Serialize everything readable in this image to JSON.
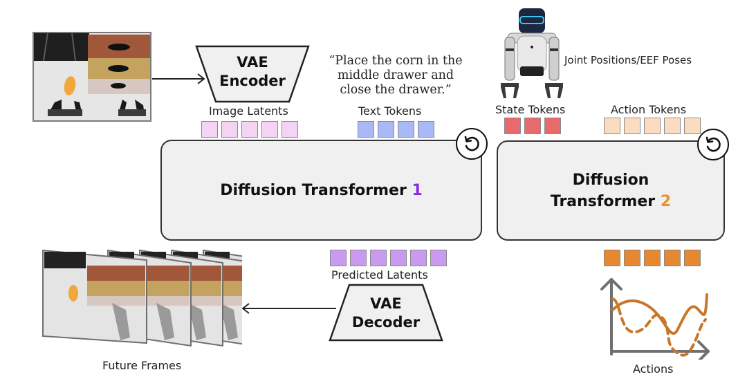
{
  "input_image": {
    "caption": ""
  },
  "vae_encoder": {
    "line1": "VAE",
    "line2": "Encoder"
  },
  "instruction": {
    "line1": "“Place the corn in the",
    "line2": "middle drawer and",
    "line3": "close the drawer.”"
  },
  "robot": {
    "label": "Joint Positions/EEF Poses"
  },
  "token_groups": {
    "image_latents": {
      "label": "Image Latents",
      "count": 5,
      "color": "#f5d3f5"
    },
    "text_tokens": {
      "label": "Text Tokens",
      "count": 4,
      "color": "#a9b9f7"
    },
    "state_tokens": {
      "label": "State Tokens",
      "count": 3,
      "color": "#e96a6a"
    },
    "action_tokens": {
      "label": "Action Tokens",
      "count": 5,
      "color": "#fbdcc0"
    },
    "predicted_latents": {
      "label": "Predicted Latents",
      "count": 6,
      "color": "#c99af0"
    },
    "output_actions": {
      "label": "",
      "count": 5,
      "color": "#e6882f"
    }
  },
  "dit1": {
    "title": "Diffusion Transformer",
    "number": "1",
    "number_color": "#8a2be2"
  },
  "dit2": {
    "title_line1": "Diffusion",
    "title_line2": "Transformer",
    "number": "2",
    "number_color": "#e8912f"
  },
  "vae_decoder": {
    "line1": "VAE",
    "line2": "Decoder"
  },
  "future_frames": {
    "label": "Future Frames",
    "frame_count": 5
  },
  "actions_plot": {
    "label": "Actions",
    "line_color": "#c8772a",
    "axis_color": "#707070"
  }
}
